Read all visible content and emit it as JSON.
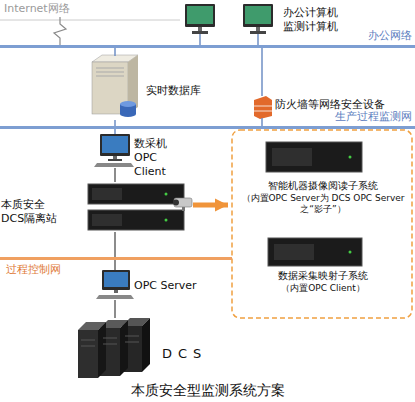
{
  "diagram": {
    "caption": "本质安全型监测系统方案",
    "nodes": [
      {
        "text": [
          "Internet网络"
        ]
      },
      {
        "text": [
          "办公计算机 监测计算机"
        ]
      },
      {
        "text": [
          "办公网络"
        ]
      },
      {
        "text": [
          "实时数据库"
        ]
      },
      {
        "text": [
          "防火墙等网络安全设备"
        ]
      },
      {
        "text": [
          "生产过程监测网"
        ]
      },
      {
        "text": [
          "数采机 OPC Client"
        ]
      },
      {
        "text": [
          "本质安全 DCS隔离站"
        ]
      },
      {
        "text": [
          "智能机器摄像阅读子系统",
          "（内置OPC Server为 DCS OPC Server之“影子”）"
        ]
      },
      {
        "text": [
          "数据采集映射子系统",
          "（内置OPC Client）"
        ]
      },
      {
        "text": [
          "过程控制网"
        ]
      },
      {
        "text": [
          "OPC Server"
        ]
      },
      {
        "text": [
          "DCS"
        ]
      }
    ],
    "edges": [
      {
        "from": 0,
        "to": 2,
        "arrow": "none"
      },
      {
        "from": 1,
        "to": 2,
        "arrow": "none"
      },
      {
        "from": 3,
        "to": 2,
        "arrow": "none"
      },
      {
        "from": 3,
        "to": 5,
        "arrow": "none"
      },
      {
        "from": 4,
        "to": 2,
        "arrow": "none"
      },
      {
        "from": 4,
        "to": 5,
        "arrow": "none"
      },
      {
        "from": 6,
        "to": 5,
        "arrow": "none"
      },
      {
        "from": 6,
        "to": 7,
        "arrow": "none"
      },
      {
        "from": 7,
        "to": 10,
        "arrow": "none"
      },
      {
        "from": 7,
        "to": 8,
        "arrow": "to"
      },
      {
        "from": 11,
        "to": 10,
        "arrow": "none"
      },
      {
        "from": 11,
        "to": 12,
        "arrow": "none"
      }
    ]
  }
}
